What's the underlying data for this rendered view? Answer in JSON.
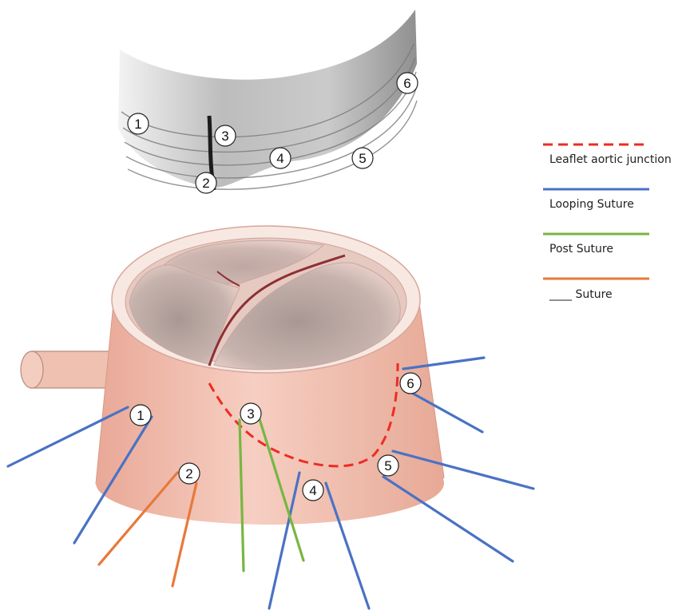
{
  "strip_labels": [
    "1",
    "2",
    "3",
    "4",
    "5",
    "6"
  ],
  "valve_labels": [
    "1",
    "2",
    "3",
    "4",
    "5",
    "6"
  ],
  "legend": [
    {
      "label": "Leaflet aortic junction",
      "color": "#ee2b24",
      "dashed": true
    },
    {
      "label": "Looping Suture",
      "color": "#4a72c4",
      "dashed": false
    },
    {
      "label": "Post Suture",
      "color": "#78b642",
      "dashed": false
    },
    {
      "label": "____ Suture",
      "color": "#e8793a",
      "dashed": false
    }
  ],
  "colors": {
    "junction": "#ee2b24",
    "looping": "#4a72c4",
    "post": "#78b642",
    "other": "#e8793a",
    "tissue": "#f0bcab"
  }
}
